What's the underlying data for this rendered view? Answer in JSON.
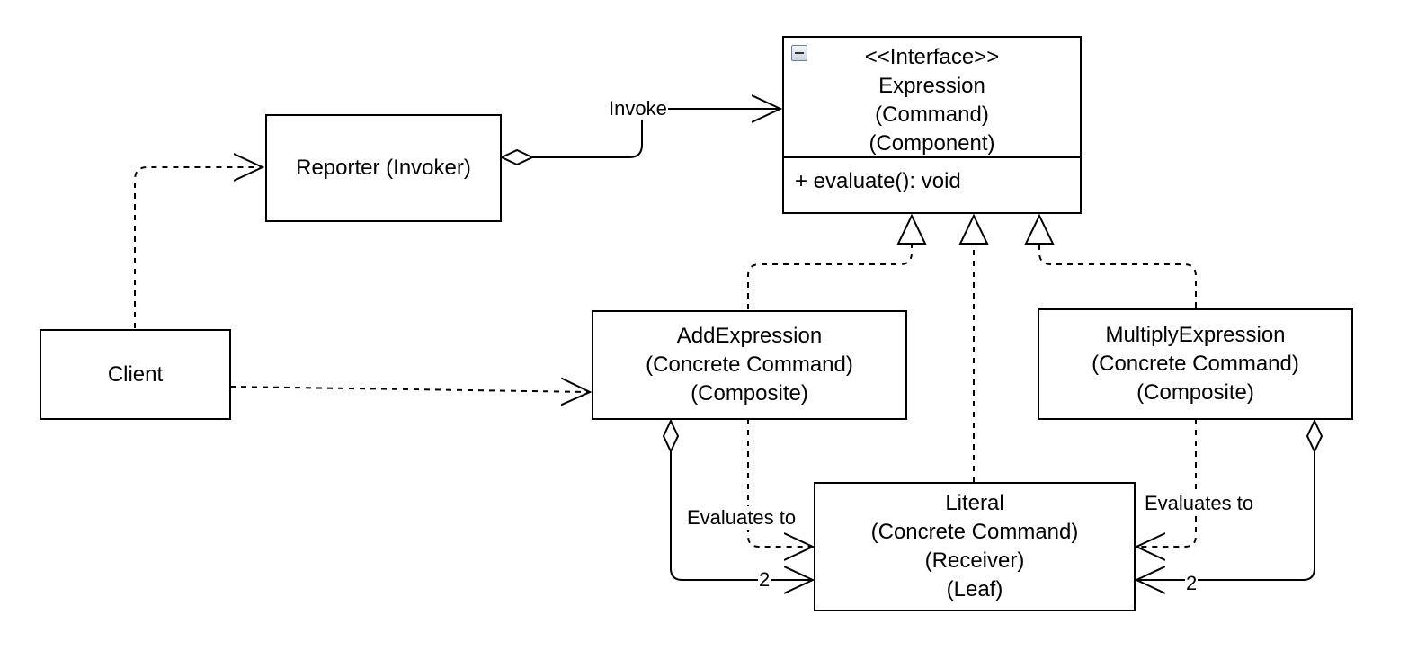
{
  "classes": {
    "expression": {
      "stereotype": "<<Interface>>",
      "name": "Expression",
      "role1": "(Command)",
      "role2": "(Component)",
      "method": "+ evaluate(): void"
    },
    "reporter": {
      "name": "Reporter (Invoker)"
    },
    "client": {
      "name": "Client"
    },
    "add_expression": {
      "name": "AddExpression",
      "role1": "(Concrete Command)",
      "role2": "(Composite)"
    },
    "multiply_expression": {
      "name": "MultiplyExpression",
      "role1": "(Concrete Command)",
      "role2": "(Composite)"
    },
    "literal": {
      "name": "Literal",
      "role1": "(Concrete Command)",
      "role2": "(Receiver)",
      "role3": "(Leaf)"
    }
  },
  "relationships": {
    "invoke_label": "Invoke",
    "add_evaluates_label": "Evaluates to",
    "multiply_evaluates_label": "Evaluates to",
    "add_multiplicity": "2",
    "multiply_multiplicity": "2"
  },
  "icons": {
    "collapse": "collapse-minus-icon"
  },
  "colors": {
    "line": "#000000",
    "background": "#ffffff"
  }
}
